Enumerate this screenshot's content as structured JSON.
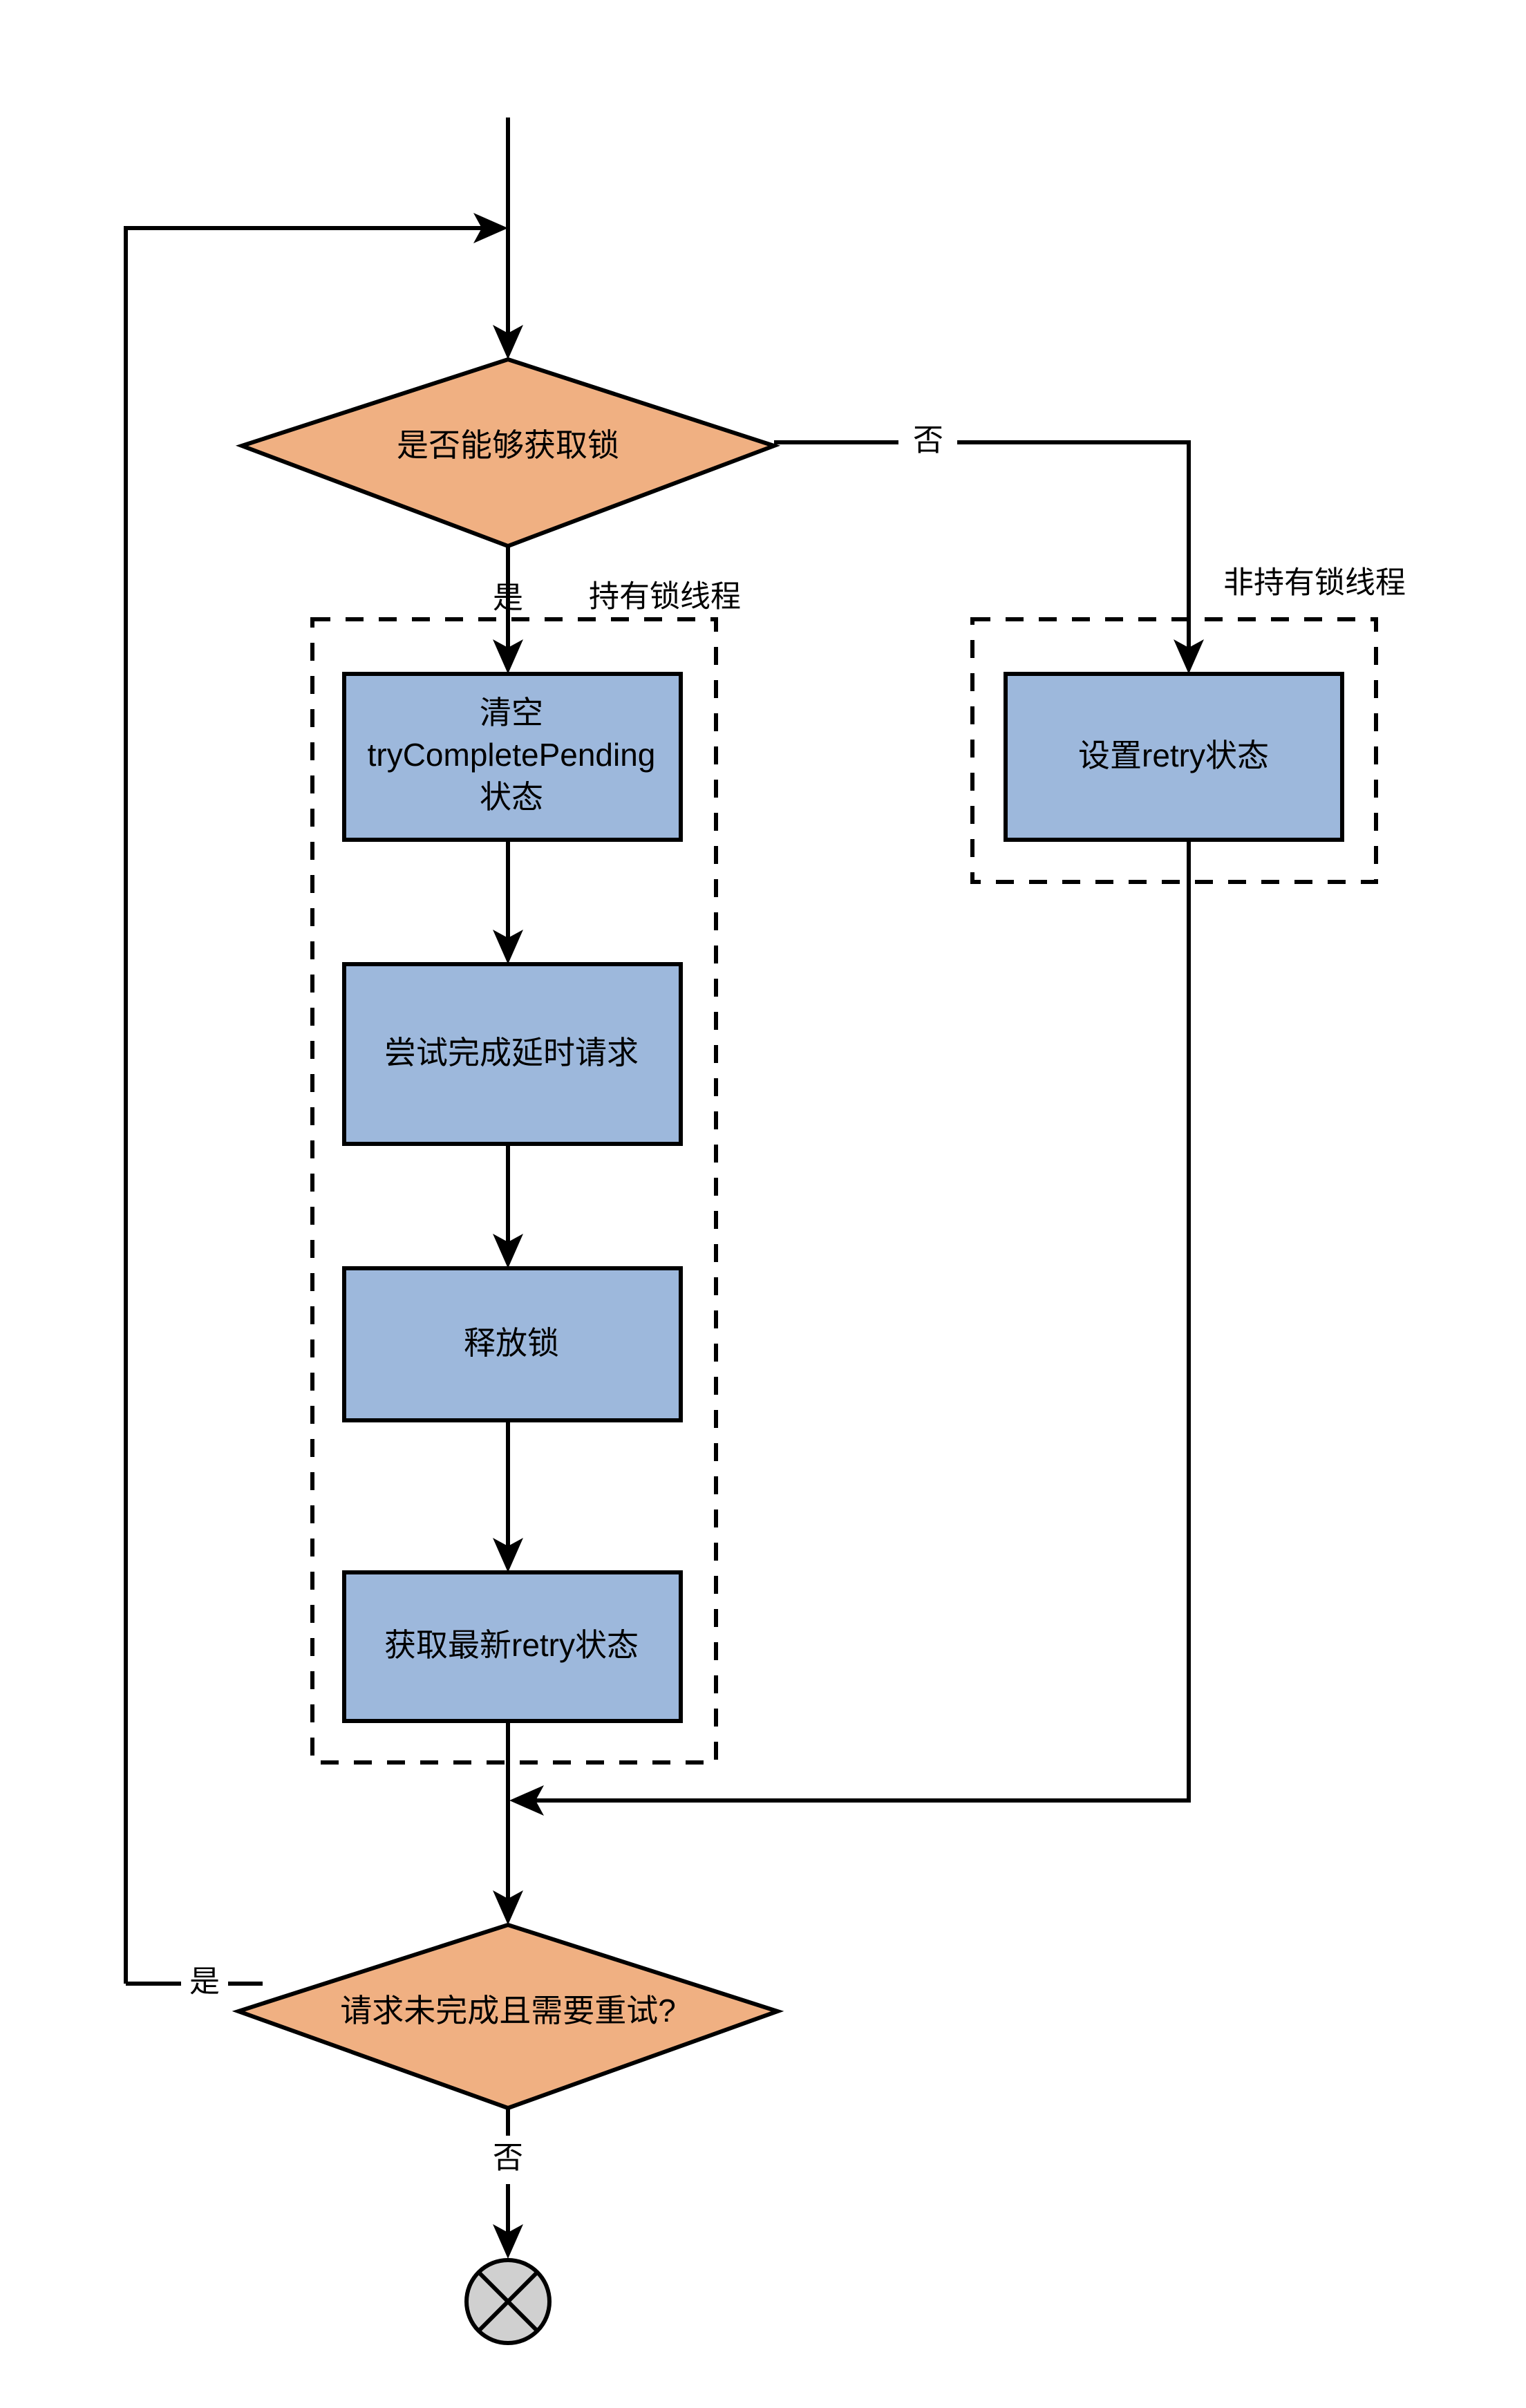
{
  "diagram": {
    "type": "flowchart",
    "orientation": "top-to-bottom",
    "title": "",
    "background_color": "#ffffff",
    "colors": {
      "process_fill": "#9db8dc",
      "decision_fill": "#f0b082",
      "terminator_fill": "#d0d0d0",
      "stroke": "#000000",
      "text": "#000000"
    },
    "groups": [
      {
        "id": "group-lock-holder",
        "label": "持有锁线程",
        "style": "dashed"
      },
      {
        "id": "group-non-lock-holder",
        "label": "非持有锁线程",
        "style": "dashed"
      }
    ],
    "nodes": [
      {
        "id": "decision-acquire-lock",
        "shape": "diamond",
        "label": "是否能够获取锁",
        "fill": "#f0b082"
      },
      {
        "id": "process-clear-pending",
        "shape": "rectangle",
        "group": "group-lock-holder",
        "fill": "#9db8dc",
        "label_lines": [
          "清空",
          "tryCompletePending",
          "状态"
        ]
      },
      {
        "id": "process-try-complete-delayed",
        "shape": "rectangle",
        "group": "group-lock-holder",
        "fill": "#9db8dc",
        "label_lines": [
          "尝试完成延时请求"
        ]
      },
      {
        "id": "process-release-lock",
        "shape": "rectangle",
        "group": "group-lock-holder",
        "fill": "#9db8dc",
        "label_lines": [
          "释放锁"
        ]
      },
      {
        "id": "process-read-latest-retry",
        "shape": "rectangle",
        "group": "group-lock-holder",
        "fill": "#9db8dc",
        "label_lines": [
          "获取最新retry状态"
        ]
      },
      {
        "id": "process-set-retry",
        "shape": "rectangle",
        "group": "group-non-lock-holder",
        "fill": "#9db8dc",
        "label_lines": [
          "设置retry状态"
        ]
      },
      {
        "id": "decision-need-retry",
        "shape": "diamond",
        "label": "请求未完成且需要重试?",
        "fill": "#f0b082"
      },
      {
        "id": "terminator-end",
        "shape": "circle-x",
        "label": "",
        "fill": "#d0d0d0"
      }
    ],
    "edges": [
      {
        "from": "start",
        "to": "decision-acquire-lock",
        "label": ""
      },
      {
        "from": "decision-acquire-lock",
        "to": "process-clear-pending",
        "label": "是"
      },
      {
        "from": "decision-acquire-lock",
        "to": "process-set-retry",
        "label": "否"
      },
      {
        "from": "process-clear-pending",
        "to": "process-try-complete-delayed",
        "label": ""
      },
      {
        "from": "process-try-complete-delayed",
        "to": "process-release-lock",
        "label": ""
      },
      {
        "from": "process-release-lock",
        "to": "process-read-latest-retry",
        "label": ""
      },
      {
        "from": "process-read-latest-retry",
        "to": "decision-need-retry",
        "label": ""
      },
      {
        "from": "process-set-retry",
        "to": "decision-need-retry",
        "label": ""
      },
      {
        "from": "decision-need-retry",
        "to": "decision-acquire-lock",
        "label": "是"
      },
      {
        "from": "decision-need-retry",
        "to": "terminator-end",
        "label": "否"
      }
    ],
    "labels": {
      "decision_acquire_lock": "是否能够获取锁",
      "branch_yes_top": "是",
      "branch_no_top": "否",
      "group_lock_holder": "持有锁线程",
      "group_non_lock_holder": "非持有锁线程",
      "box_clear_pending_line1": "清空",
      "box_clear_pending_line2": "tryCompletePending",
      "box_clear_pending_line3": "状态",
      "box_try_complete_delayed": "尝试完成延时请求",
      "box_release_lock": "释放锁",
      "box_read_latest_retry": "获取最新retry状态",
      "box_set_retry": "设置retry状态",
      "decision_need_retry": "请求未完成且需要重试?",
      "branch_yes_bottom": "是",
      "branch_no_bottom": "否"
    }
  }
}
